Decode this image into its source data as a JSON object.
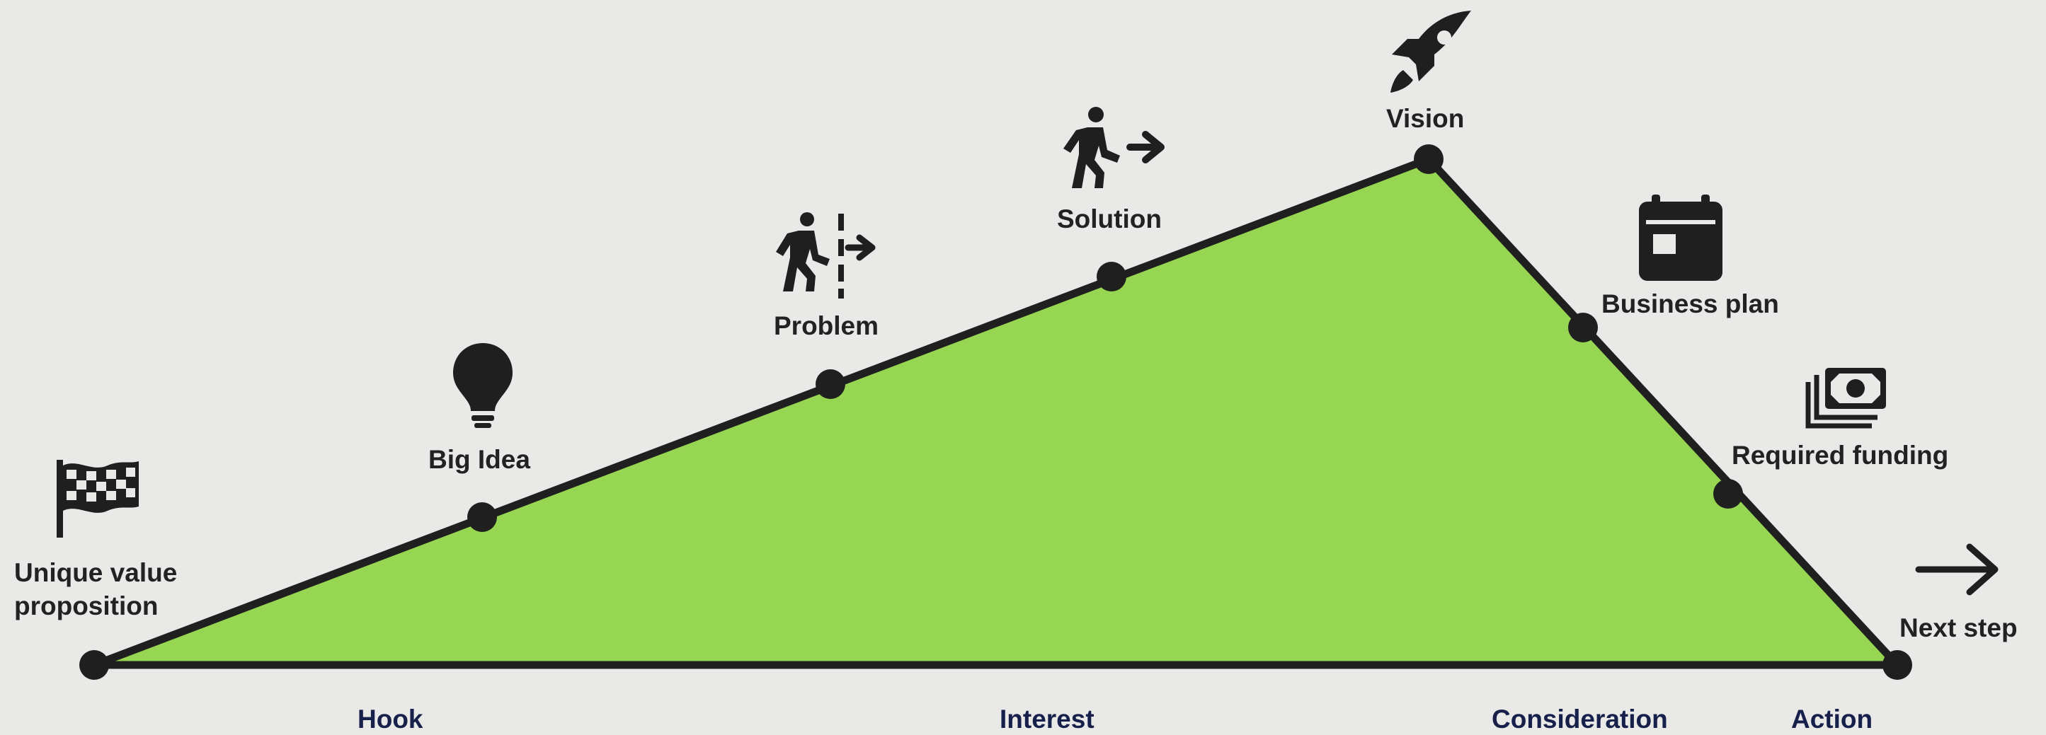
{
  "colors": {
    "background": "#e9e9e7",
    "fill": "#97d652",
    "outline": "#1f1f1f",
    "label": "#222222",
    "stage_label": "#16204a"
  },
  "milestones": [
    {
      "label_line1": "Unique value",
      "label_line2": "proposition",
      "icon": "checkered-flag-icon"
    },
    {
      "label_line1": "Big Idea",
      "label_line2": "",
      "icon": "lightbulb-icon"
    },
    {
      "label_line1": "Problem",
      "label_line2": "",
      "icon": "person-blocked-icon"
    },
    {
      "label_line1": "Solution",
      "label_line2": "",
      "icon": "person-walking-arrow-icon"
    },
    {
      "label_line1": "Vision",
      "label_line2": "",
      "icon": "rocket-icon"
    },
    {
      "label_line1": "Business plan",
      "label_line2": "",
      "icon": "calendar-icon"
    },
    {
      "label_line1": "Required funding",
      "label_line2": "",
      "icon": "money-stack-icon"
    },
    {
      "label_line1": "Next step",
      "label_line2": "",
      "icon": "arrow-right-icon"
    }
  ],
  "stages": [
    {
      "label": "Hook"
    },
    {
      "label": "Interest"
    },
    {
      "label": "Consideration"
    },
    {
      "label": "Action"
    }
  ]
}
